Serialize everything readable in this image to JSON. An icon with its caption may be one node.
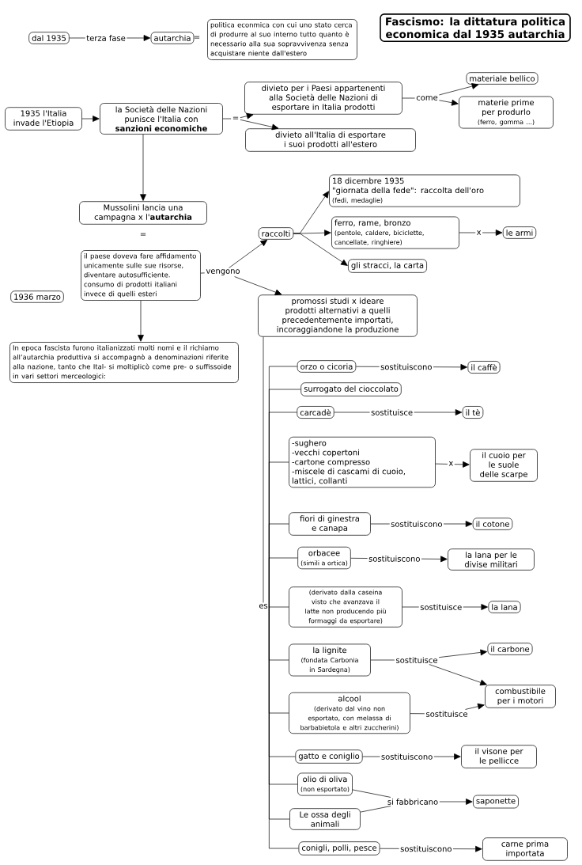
{
  "diagram": {
    "title": "Fascismo: la dittatura politica economica dal 1935 autarchia",
    "nodes": [
      {
        "text": [
          "dal 1935"
        ]
      },
      {
        "text": [
          "autarchia"
        ]
      },
      {
        "text": [
          "politica econmica con cui uno stato cerca di produrre al suo interno tutto quanto è necessario alla sua sopravvivenza senza acquistare niente dall'estero"
        ]
      },
      {
        "text": [
          "1935 l'Italia invade l'Etiopia"
        ]
      },
      {
        "text": [
          "la Società delle Nazioni punisce l'Italia con **sanzioni economiche**"
        ]
      },
      {
        "text": [
          "="
        ]
      },
      {
        "text": [
          "divieto per i Paesi appartenenti alla Società delle Nazioni di esportare in Italia prodotti"
        ]
      },
      {
        "text": [
          "divieto all'Italia di esportare i suoi prodotti all'estero"
        ]
      },
      {
        "text": [
          "come"
        ]
      },
      {
        "text": [
          "materiale bellico"
        ]
      },
      {
        "text": [
          "materie prime per produrlo",
          "(ferro, gomma ...)"
        ]
      },
      {
        "text": [
          "Mussolini lancia una campagna x l'**autarchia**"
        ]
      },
      {
        "text": [
          "il paese doveva fare affidamento unicamente sulle sue risorse, diventare autosufficiente.",
          "consumo di prodotti italiani invece di quelli esteri"
        ]
      },
      {
        "text": [
          "1936 marzo"
        ]
      },
      {
        "text": [
          "In epoca fascista furono italianizzati molti nomi e il richiamo all’autarchia produttiva si accompagnò a denominazioni riferite alla nazione, tanto che Ital- si moltiplicò come pre- o suffissoide in vari settori merceologici:"
        ]
      },
      {
        "text": [
          "vengono"
        ]
      },
      {
        "text": [
          "raccolti"
        ]
      },
      {
        "text": [
          "18 dicembre 1935",
          "\"giornata della fede\": raccolta dell'oro",
          "(fedi, medaglie)"
        ]
      },
      {
        "text": [
          "ferro, rame, bronzo",
          "(pentole, caldere, biciclette, cancellate, ringhiere)"
        ]
      },
      {
        "text": [
          "le armi"
        ]
      },
      {
        "text": [
          "gli stracci, la carta"
        ]
      },
      {
        "text": [
          "promossi studi x ideare prodotti alternativi a quelli precedentemente importati, incoraggiandone la produzione"
        ]
      },
      {
        "text": [
          "es"
        ]
      },
      {
        "text": [
          "orzo o cicoria"
        ]
      },
      {
        "text": [
          "il caffè"
        ]
      },
      {
        "text": [
          "surrogato del cioccolato"
        ]
      },
      {
        "text": [
          "carcadè"
        ]
      },
      {
        "text": [
          "il tè"
        ]
      },
      {
        "text": [
          "-sughero",
          "-vecchi copertoni",
          "-cartone compresso",
          "-miscele di cascami di cuoio, lattici, collanti"
        ]
      },
      {
        "text": [
          "il cuoio per le suole delle scarpe"
        ]
      },
      {
        "text": [
          "fiori di ginestra e canapa"
        ]
      },
      {
        "text": [
          "il cotone"
        ]
      },
      {
        "text": [
          "orbacee",
          "(simili a ortica)"
        ]
      },
      {
        "text": [
          "la lana per le divise militari"
        ]
      },
      {
        "text": [
          "(derivato dalla caseina visto che avanzava il latte non producendo più formaggi da esportare)"
        ]
      },
      {
        "text": [
          "la lana"
        ]
      },
      {
        "text": [
          "la lignite",
          "(fondata Carbonia in Sardegna)"
        ]
      },
      {
        "text": [
          "sostituisce"
        ]
      },
      {
        "text": [
          "il carbone"
        ]
      },
      {
        "text": [
          "combustibile per i motori"
        ]
      },
      {
        "text": [
          "alcool",
          "(derivato dal vino non esportato, con melassa di barbabietola e altri zuccherini)"
        ]
      },
      {
        "text": [
          "sostituisce"
        ]
      },
      {
        "text": [
          "gatto e coniglio"
        ]
      },
      {
        "text": [
          "il visone per le pellicce"
        ]
      },
      {
        "text": [
          "olio di oliva",
          "(non esportato)"
        ]
      },
      {
        "text": [
          "Le ossa degli animali"
        ]
      },
      {
        "text": [
          "si fabbricano"
        ]
      },
      {
        "text": [
          "saponette"
        ]
      },
      {
        "text": [
          "conigli, polli, pesce"
        ]
      },
      {
        "text": [
          "carne prima importata"
        ]
      }
    ],
    "edges": [
      {
        "from": 0,
        "to": 1,
        "arrow": "to",
        "label": "terza fase"
      },
      {
        "from": 3,
        "to": 4,
        "arrow": "to"
      },
      {
        "from": 4,
        "to": 5,
        "arrow": "none"
      },
      {
        "from": 5,
        "to": 6,
        "arrow": "to"
      },
      {
        "from": 5,
        "to": 7,
        "arrow": "to"
      },
      {
        "from": 6,
        "to": 8,
        "arrow": "none"
      },
      {
        "from": 8,
        "to": 9,
        "arrow": "to"
      },
      {
        "from": 8,
        "to": 10,
        "arrow": "to"
      },
      {
        "from": 4,
        "to": 11,
        "arrow": "to"
      },
      {
        "from": 12,
        "to": 14,
        "arrow": "to"
      },
      {
        "from": 12,
        "to": 15,
        "arrow": "none"
      },
      {
        "from": 15,
        "to": 16,
        "arrow": "to"
      },
      {
        "from": 15,
        "to": 21,
        "arrow": "to"
      },
      {
        "from": 16,
        "to": 17,
        "arrow": "to"
      },
      {
        "from": 16,
        "to": 18,
        "arrow": "to"
      },
      {
        "from": 16,
        "to": 20,
        "arrow": "to"
      },
      {
        "from": 18,
        "to": 19,
        "arrow": "to",
        "label": "x"
      },
      {
        "from": 21,
        "to": 22,
        "arrow": "none"
      },
      {
        "from": 22,
        "to": 23,
        "arrow": "none"
      },
      {
        "from": 22,
        "to": 25,
        "arrow": "none"
      },
      {
        "from": 22,
        "to": 26,
        "arrow": "none"
      },
      {
        "from": 22,
        "to": 28,
        "arrow": "none"
      },
      {
        "from": 22,
        "to": 30,
        "arrow": "none"
      },
      {
        "from": 22,
        "to": 32,
        "arrow": "none"
      },
      {
        "from": 22,
        "to": 34,
        "arrow": "none"
      },
      {
        "from": 22,
        "to": 36,
        "arrow": "none"
      },
      {
        "from": 22,
        "to": 40,
        "arrow": "none"
      },
      {
        "from": 22,
        "to": 42,
        "arrow": "none"
      },
      {
        "from": 22,
        "to": 44,
        "arrow": "none"
      },
      {
        "from": 22,
        "to": 45,
        "arrow": "none"
      },
      {
        "from": 22,
        "to": 48,
        "arrow": "none"
      },
      {
        "from": 23,
        "to": 24,
        "arrow": "to",
        "label": "sostituiscono"
      },
      {
        "from": 26,
        "to": 27,
        "arrow": "to",
        "label": "sostituisce"
      },
      {
        "from": 28,
        "to": 29,
        "arrow": "to",
        "label": "x"
      },
      {
        "from": 30,
        "to": 31,
        "arrow": "to",
        "label": "sostituiscono"
      },
      {
        "from": 32,
        "to": 33,
        "arrow": "to",
        "label": "sostituiscono"
      },
      {
        "from": 34,
        "to": 35,
        "arrow": "to",
        "label": "sostituisce"
      },
      {
        "from": 36,
        "to": 37,
        "arrow": "none"
      },
      {
        "from": 37,
        "to": 38,
        "arrow": "to"
      },
      {
        "from": 37,
        "to": 39,
        "arrow": "to"
      },
      {
        "from": 40,
        "to": 41,
        "arrow": "none"
      },
      {
        "from": 41,
        "to": 39,
        "arrow": "to"
      },
      {
        "from": 42,
        "to": 43,
        "arrow": "to",
        "label": "sostituiscono"
      },
      {
        "from": 44,
        "to": 46,
        "arrow": "none"
      },
      {
        "from": 45,
        "to": 46,
        "arrow": "none"
      },
      {
        "from": 46,
        "to": 47,
        "arrow": "to"
      },
      {
        "from": 48,
        "to": 49,
        "arrow": "to",
        "label": "sostituiscono"
      }
    ],
    "labels": [
      "=",
      "="
    ]
  }
}
